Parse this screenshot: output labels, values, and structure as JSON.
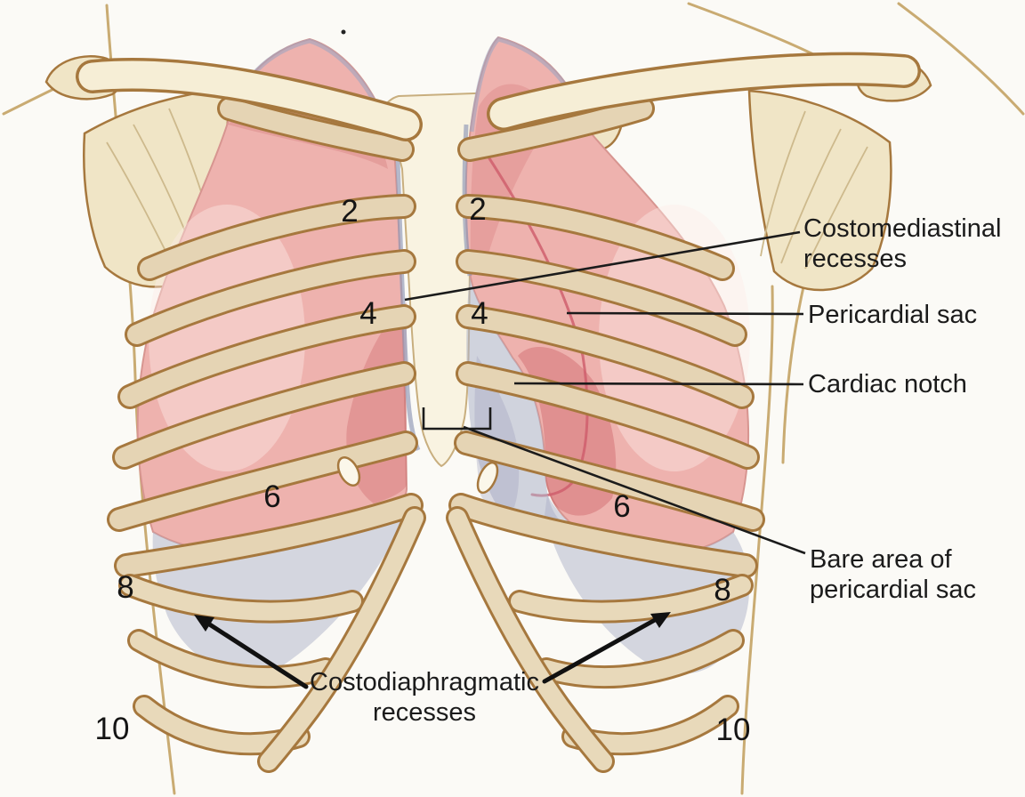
{
  "figure": {
    "kind": "thorax-pleura-pericardium-anterior-view",
    "labels": {
      "costomediastinal": {
        "line1": "Costomediastinal",
        "line2": "recesses"
      },
      "pericardial_sac": "Pericardial sac",
      "cardiac_notch": "Cardiac notch",
      "bare_area": {
        "line1": "Bare area of",
        "line2": "pericardial sac"
      },
      "costodiaphragmatic": {
        "line1": "Costodiaphragmatic",
        "line2": "recesses"
      }
    },
    "rib_numbers": {
      "left": [
        "2",
        "4",
        "6",
        "8",
        "10"
      ],
      "right": [
        "2",
        "4",
        "6",
        "8",
        "10"
      ]
    },
    "colors": {
      "background": "#fbfaf6",
      "bone_outline": "#a6783e",
      "bone_fill": "#f6eed6",
      "scapula_fill": "#f0e5c6",
      "lung_pink": "#eeb2ae",
      "lung_shade_rose": "#c85a5f",
      "pleura_gray": "#aeb3cc",
      "pericardium_red": "#cf5f6d",
      "body_contour_tan": "#c9ab72",
      "label_text": "#1b1b1b"
    }
  }
}
